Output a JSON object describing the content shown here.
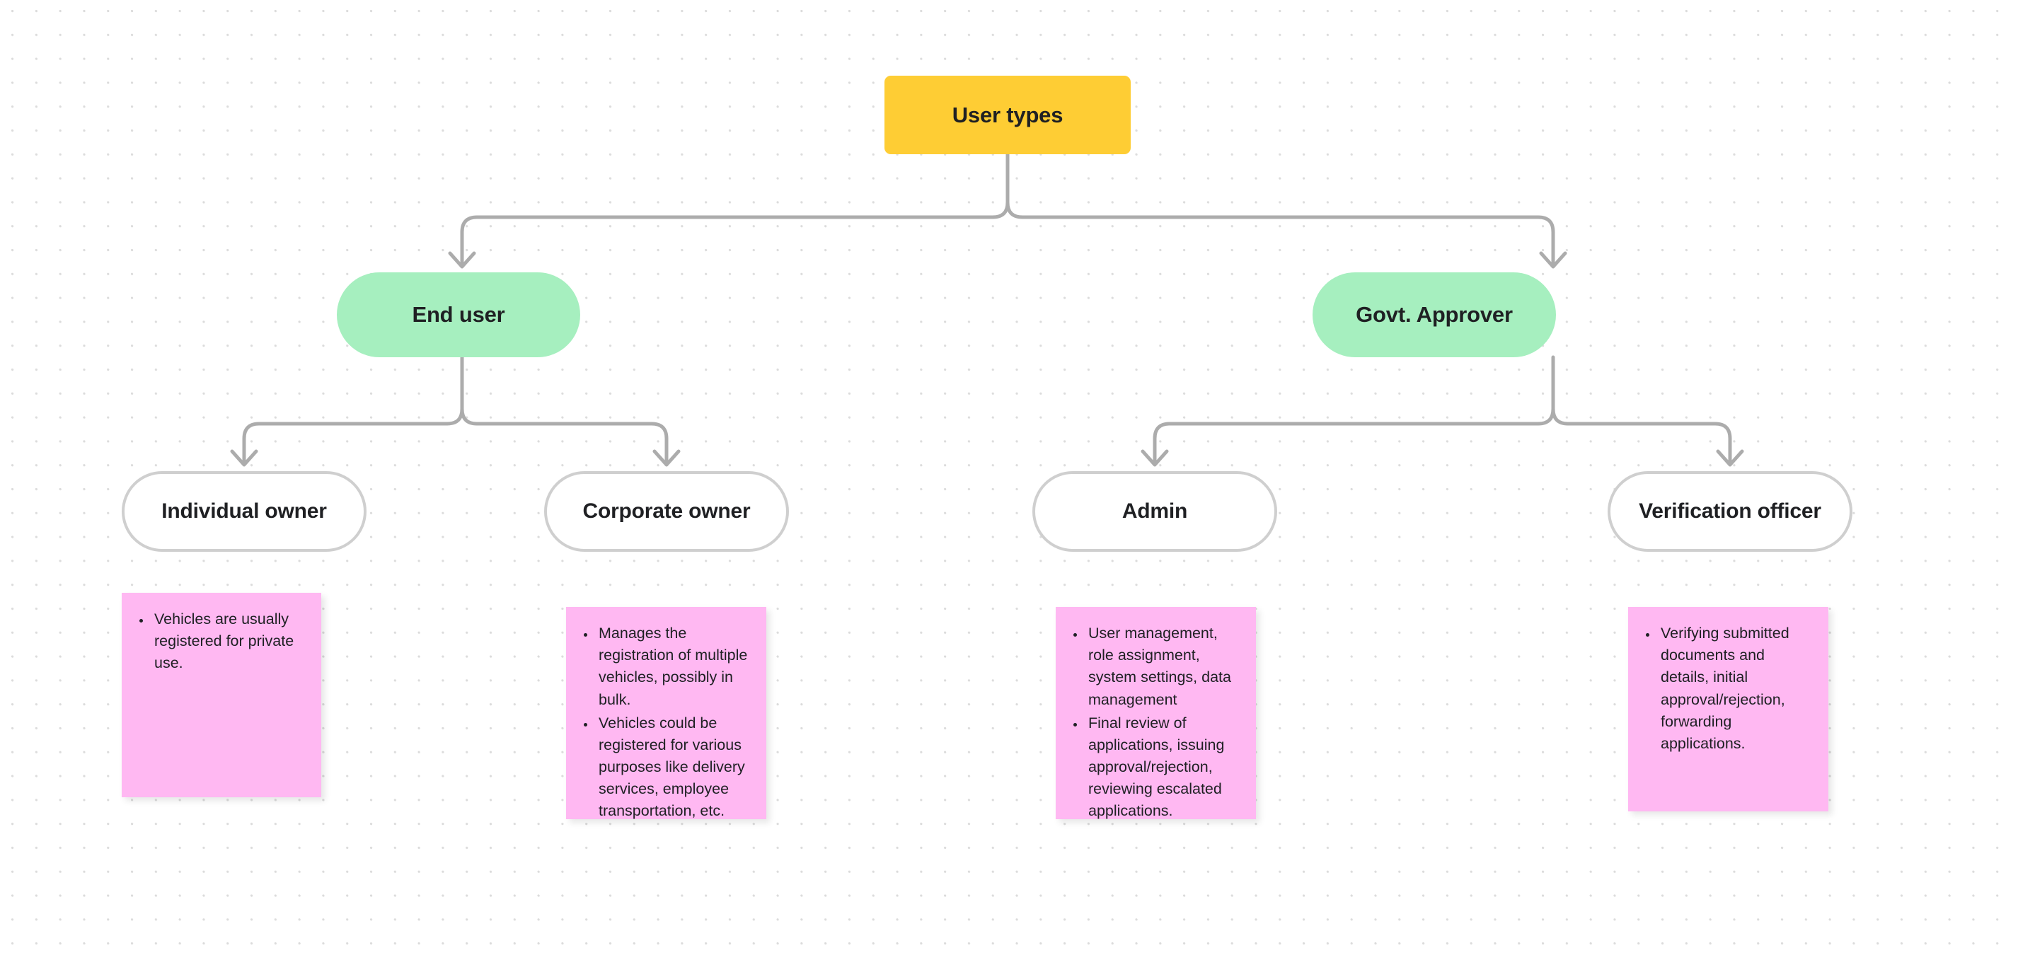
{
  "diagram": {
    "title": "User types",
    "background": {
      "canvas_color": "#ffffff",
      "dot_color": "#dcdcdc"
    },
    "colors": {
      "root_node": "#fecd34",
      "branch_node": "#a6efbf",
      "leaf_node_fill": "#ffffff",
      "leaf_node_border": "#cfcfcf",
      "sticky_note": "#ffb8f2",
      "connector": "#acacac",
      "text": "#1f2023"
    },
    "root": {
      "label": "User types"
    },
    "branches": [
      {
        "label": "End user"
      },
      {
        "label": "Govt. Approver"
      }
    ],
    "leaves": [
      {
        "label": "Individual owner"
      },
      {
        "label": "Corporate owner"
      },
      {
        "label": "Admin"
      },
      {
        "label": "Verification officer"
      }
    ],
    "notes": [
      {
        "owner": "Individual owner",
        "bullets": [
          "Vehicles are usually registered for private use."
        ]
      },
      {
        "owner": "Corporate owner",
        "bullets": [
          "Manages the registration of multiple vehicles, possibly in bulk.",
          "Vehicles could be registered for various purposes like delivery services, employee transportation, etc."
        ]
      },
      {
        "owner": "Admin",
        "bullets": [
          "User management, role assignment, system settings, data management",
          "Final review of applications, issuing approval/rejection, reviewing escalated applications."
        ]
      },
      {
        "owner": "Verification officer",
        "bullets": [
          "Verifying submitted documents and details, initial approval/rejection, forwarding applications."
        ]
      }
    ]
  }
}
